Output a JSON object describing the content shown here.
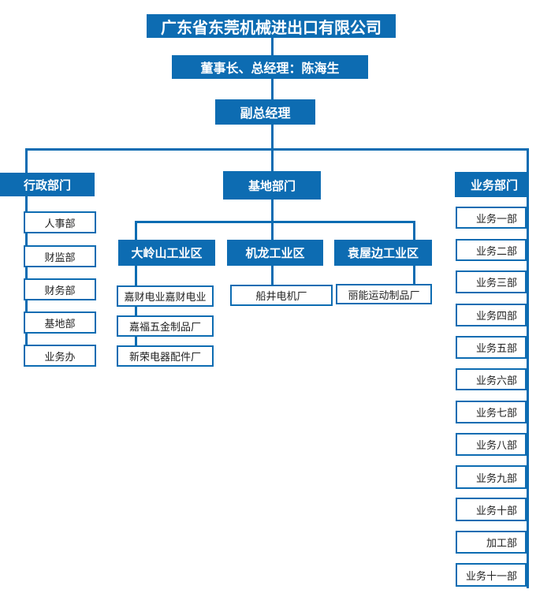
{
  "colors": {
    "primary_blue": "#0D6CB2",
    "box_text_light": "#ffffff",
    "box_text_dark": "#222222",
    "background": "#ffffff"
  },
  "org": {
    "company": "广东省东莞机械进出口有限公司",
    "chairman": "董事长、总经理：陈海生",
    "deputy": "副总经理",
    "admin": {
      "label": "行政部门",
      "children": [
        "人事部",
        "财监部",
        "财务部",
        "基地部",
        "业务办"
      ]
    },
    "base": {
      "label": "基地部门",
      "zones": [
        {
          "label": "大岭山工业区",
          "children": [
            "嘉财电业嘉财电业",
            "嘉福五金制品厂",
            "新荣电器配件厂"
          ]
        },
        {
          "label": "机龙工业区",
          "children": [
            "船井电机厂"
          ]
        },
        {
          "label": "袁屋边工业区",
          "children": [
            "丽能运动制品厂"
          ]
        }
      ]
    },
    "business": {
      "label": "业务部门",
      "children": [
        "业务一部",
        "业务二部",
        "业务三部",
        "业务四部",
        "业务五部",
        "业务六部",
        "业务七部",
        "业务八部",
        "业务九部",
        "业务十部",
        "加工部",
        "业务十一部"
      ]
    }
  }
}
